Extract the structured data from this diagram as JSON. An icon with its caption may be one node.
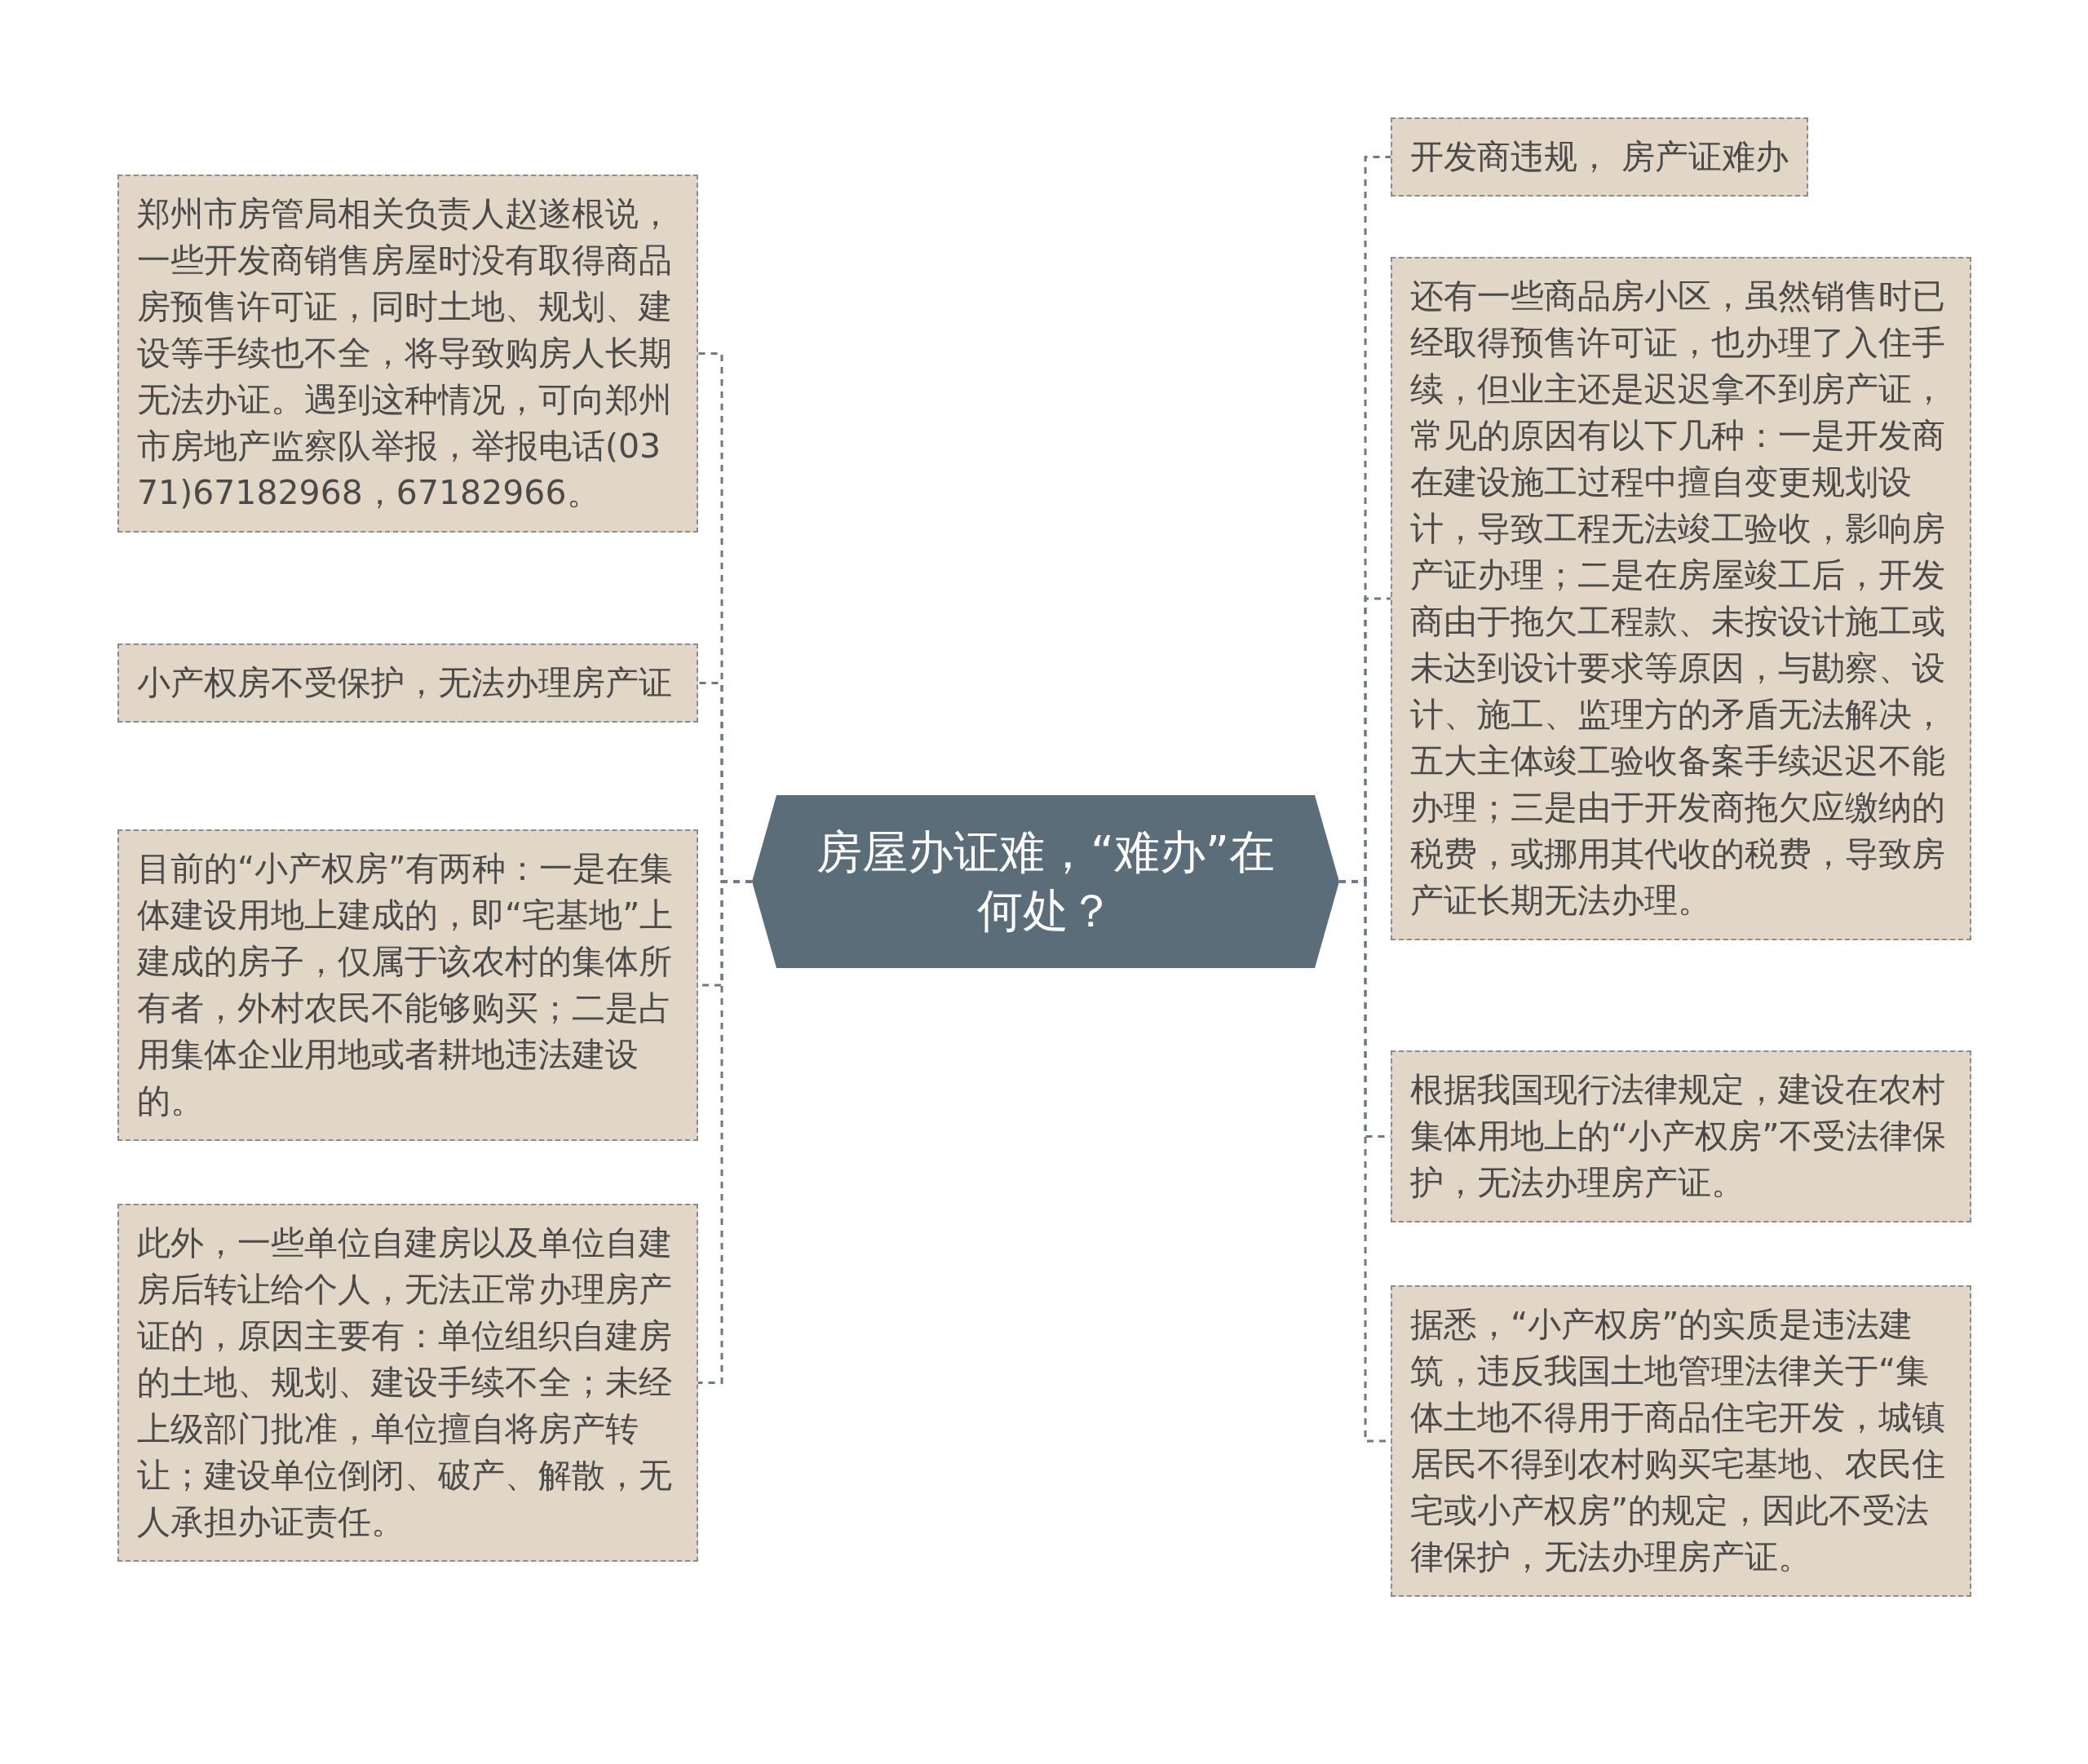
{
  "diagram": {
    "nodes": [
      {
        "text": [
          "房屋办证难，“难办”在何处？"
        ]
      },
      {
        "text": [
          "郑州市房管局相关负责人赵遂根说，一些开发商销售房屋时没有取得商品房预售许可证，同时土地、规划、建设等手续也不全，将导致购房人长期无法办证。遇到这种情况，可向郑州市房地产监察队举报，举报电话(0371)67182968，67182966。"
        ]
      },
      {
        "text": [
          "小产权房不受保护，无法办理房产证"
        ]
      },
      {
        "text": [
          "目前的“小产权房”有两种：一是在集体建设用地上建成的，即“宅基地”上建成的房子，仅属于该农村的集体所有者，外村农民不能够购买；二是占用集体企业用地或者耕地违法建设的。"
        ]
      },
      {
        "text": [
          "此外，一些单位自建房以及单位自建房后转让给个人，无法正常办理房产证的，原因主要有：单位组织自建房的土地、规划、建设手续不全；未经上级部门批准，单位擅自将房产转让；建设单位倒闭、破产、解散，无人承担办证责任。"
        ]
      },
      {
        "text": [
          "开发商违规， 房产证难办"
        ]
      },
      {
        "text": [
          "还有一些商品房小区，虽然销售时已经取得预售许可证，也办理了入住手续，但业主还是迟迟拿不到房产证，常见的原因有以下几种：一是开发商在建设施工过程中擅自变更规划设计，导致工程无法竣工验收，影响房产证办理；二是在房屋竣工后，开发商由于拖欠工程款、未按设计施工或未达到设计要求等原因，与勘察、设计、施工、监理方的矛盾无法解决，五大主体竣工验收备案手续迟迟不能办理；三是由于开发商拖欠应缴纳的税费，或挪用其代收的税费，导致房产证长期无法办理。"
        ]
      },
      {
        "text": [
          "根据我国现行法律规定，建设在农村集体用地上的“小产权房”不受法律保护，无法办理房产证。"
        ]
      },
      {
        "text": [
          "据悉，“小产权房”的实质是违法建筑，违反我国土地管理法律关于“集体土地不得用于商品住宅开发，城镇居民不得到农村购买宅基地、农民住宅或小产权房”的规定，因此不受法律保护，无法办理房产证。"
        ]
      }
    ],
    "edges": [
      {
        "from": 0,
        "to": 1,
        "arrow": "none",
        "style": "dashed"
      },
      {
        "from": 0,
        "to": 2,
        "arrow": "none",
        "style": "dashed"
      },
      {
        "from": 0,
        "to": 3,
        "arrow": "none",
        "style": "dashed"
      },
      {
        "from": 0,
        "to": 4,
        "arrow": "none",
        "style": "dashed"
      },
      {
        "from": 0,
        "to": 5,
        "arrow": "none",
        "style": "dashed"
      },
      {
        "from": 0,
        "to": 6,
        "arrow": "none",
        "style": "dashed"
      },
      {
        "from": 0,
        "to": 7,
        "arrow": "none",
        "style": "dashed"
      },
      {
        "from": 0,
        "to": 8,
        "arrow": "none",
        "style": "dashed"
      }
    ]
  }
}
